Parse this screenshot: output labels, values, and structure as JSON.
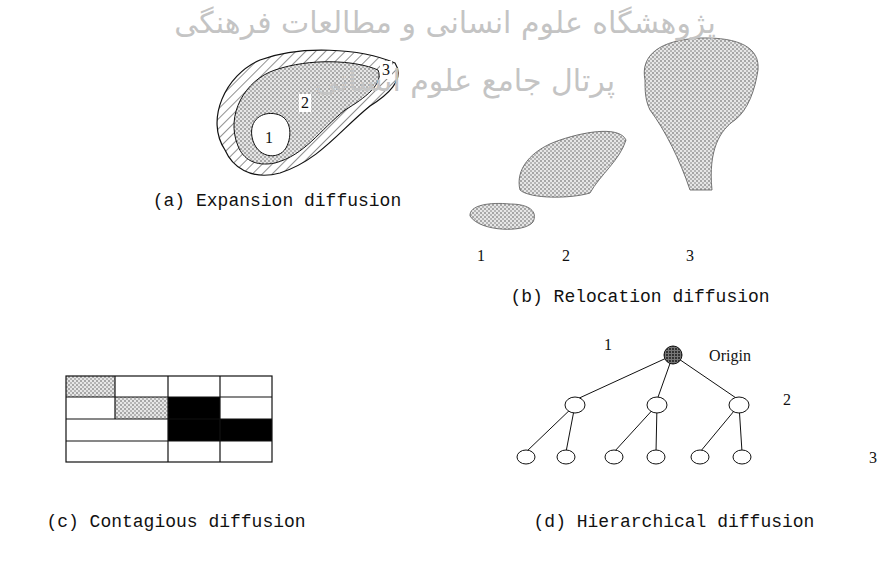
{
  "diagram": {
    "labels": [
      "پژوهشگاه علوم انسانی و مطالعات فرهنگی",
      "پرتال جامع علوم انسانی",
      "1",
      "2",
      "3",
      "1",
      "2",
      "3",
      "(a) Expansion diffusion",
      "(b) Relocation diffusion",
      "(c) Contagious diffusion",
      "1",
      "Origin",
      "2",
      "3",
      "(d) Hierarchical diffusion"
    ]
  }
}
